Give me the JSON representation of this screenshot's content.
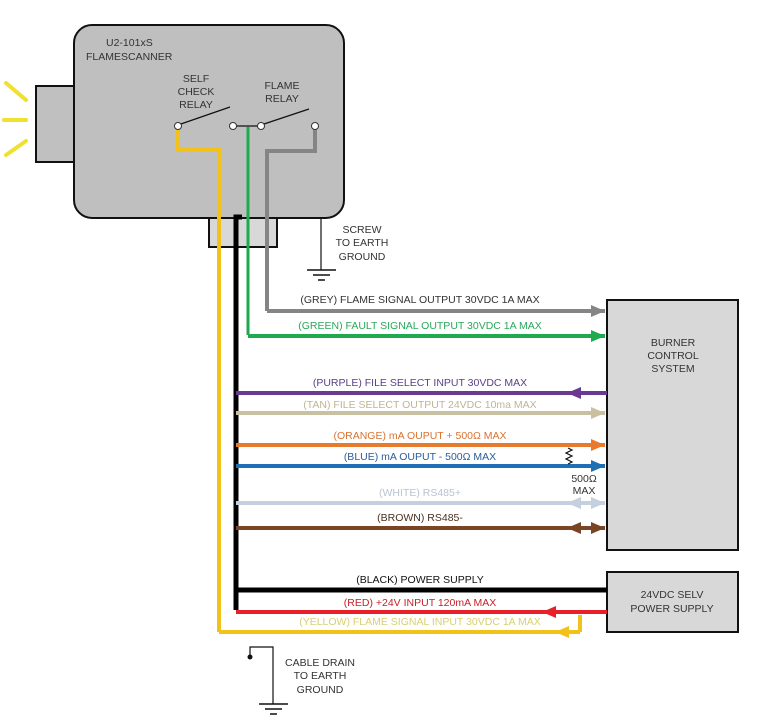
{
  "scanner": {
    "model": "U2-101xS",
    "name": "FLAMESCANNER",
    "self_check_relay": [
      "SELF",
      "CHECK",
      "RELAY"
    ],
    "flame_relay": [
      "FLAME",
      "RELAY"
    ]
  },
  "screw_ground": [
    "SCREW",
    "TO EARTH",
    "GROUND"
  ],
  "cable_drain": [
    "CABLE DRAIN",
    "TO EARTH",
    "GROUND"
  ],
  "burner": [
    "BURNER",
    "CONTROL",
    "SYSTEM"
  ],
  "power_supply": [
    "24VDC SELV",
    "POWER SUPPLY"
  ],
  "resistor_label": [
    "500Ω",
    "MAX"
  ],
  "wires": [
    {
      "id": "grey",
      "label": "(GREY) FLAME SIGNAL OUTPUT 30VDC 1A MAX",
      "color": "#858585",
      "text_color": "#333333",
      "direction": "to-burner"
    },
    {
      "id": "green",
      "label": "(GREEN) FAULT SIGNAL OUTPUT 30VDC 1A MAX",
      "color": "#1faa4f",
      "text_color": "#2aa85a",
      "direction": "to-burner"
    },
    {
      "id": "purple",
      "label": "(PURPLE) FILE SELECT INPUT 30VDC MAX",
      "color": "#6a3a93",
      "text_color": "#5b3f85",
      "direction": "from-burner"
    },
    {
      "id": "tan",
      "label": "(TAN) FILE SELECT OUTPUT 24VDC 10ma MAX",
      "color": "#c8c0a0",
      "text_color": "#bdb594",
      "direction": "to-burner"
    },
    {
      "id": "orange",
      "label": "(ORANGE) mA OUPUT + 500Ω MAX",
      "color": "#e87a2e",
      "text_color": "#d9722e",
      "direction": "to-burner"
    },
    {
      "id": "blue",
      "label": "(BLUE) mA OUPUT - 500Ω MAX",
      "color": "#1f6fb5",
      "text_color": "#2a5d9a",
      "direction": "to-burner"
    },
    {
      "id": "white",
      "label": "(WHITE) RS485+",
      "color": "#c4d0e0",
      "text_color": "#b9c3d2",
      "direction": "both"
    },
    {
      "id": "brown",
      "label": "(BROWN) RS485-",
      "color": "#7a4524",
      "text_color": "#4a3020",
      "direction": "both"
    },
    {
      "id": "black",
      "label": "(BLACK) POWER SUPPLY",
      "color": "#000000",
      "text_color": "#111111",
      "direction": "none"
    },
    {
      "id": "red",
      "label": "(RED) +24V INPUT 120mA MAX",
      "color": "#e8202a",
      "text_color": "#c8202a",
      "direction": "from-supply"
    },
    {
      "id": "yellow",
      "label": "(YELLOW) FLAME SIGNAL INPUT 30VDC 1A MAX",
      "color": "#f2c21a",
      "text_color": "#d8d070",
      "direction": "from-supply"
    }
  ]
}
